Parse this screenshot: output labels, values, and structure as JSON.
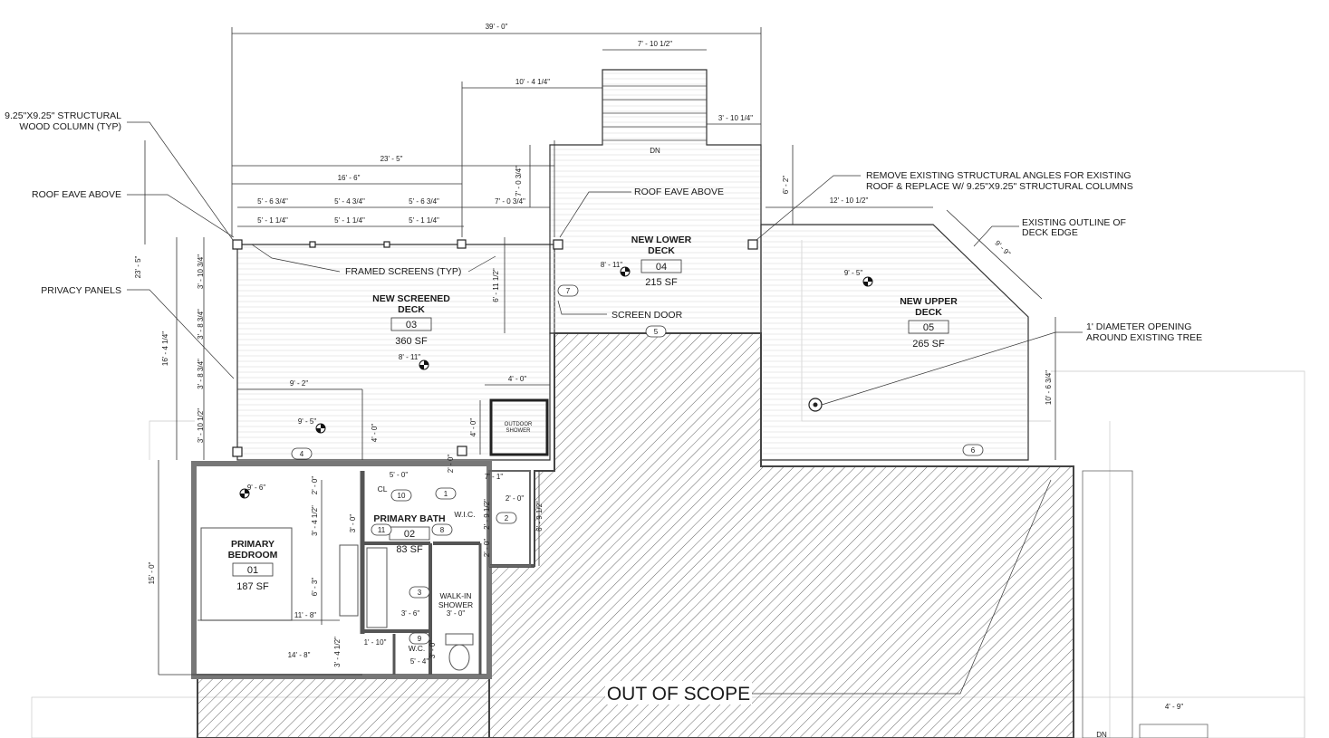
{
  "plan": {
    "rooms": [
      {
        "name_line1": "NEW SCREENED",
        "name_line2": "DECK",
        "number": "03",
        "area": "360 SF"
      },
      {
        "name_line1": "NEW LOWER",
        "name_line2": "DECK",
        "number": "04",
        "area": "215 SF"
      },
      {
        "name_line1": "NEW UPPER",
        "name_line2": "DECK",
        "number": "05",
        "area": "265 SF"
      },
      {
        "name_line1": "PRIMARY",
        "name_line2": "BEDROOM",
        "number": "01",
        "area": "187 SF"
      },
      {
        "name_line1": "PRIMARY BATH",
        "name_line2": "",
        "number": "02",
        "area": "83 SF"
      }
    ],
    "notes": {
      "structural_column_1": "9.25\"X9.25\" STRUCTURAL",
      "structural_column_2": "WOOD COLUMN (TYP)",
      "roof_eave_left": "ROOF EAVE ABOVE",
      "privacy_panels": "PRIVACY PANELS",
      "framed_screens": "FRAMED SCREENS (TYP)",
      "roof_eave_center": "ROOF EAVE ABOVE",
      "screen_door": "SCREEN DOOR",
      "remove_angles_1": "REMOVE EXISTING STRUCTURAL ANGLES FOR EXISTING",
      "remove_angles_2": "ROOF & REPLACE W/ 9.25\"X9.25\" STRUCTURAL COLUMNS",
      "existing_outline_1": "EXISTING OUTLINE OF",
      "existing_outline_2": "DECK EDGE",
      "tree_opening_1": "1' DIAMETER OPENING",
      "tree_opening_2": "AROUND EXISTING TREE",
      "out_of_scope": "OUT OF SCOPE",
      "outdoor_shower_1": "OUTDOOR",
      "outdoor_shower_2": "SHOWER",
      "walkin_shower_1": "WALK-IN",
      "walkin_shower_2": "SHOWER",
      "closet": "CL",
      "wic": "W.I.C.",
      "wc": "W.C.",
      "down_stair_top": "DN",
      "down_stair_bottom": "DN"
    },
    "dimensions": {
      "overall_width": "39' - 0\"",
      "stair_width": "7' - 10 1/2\"",
      "stair_offset": "10' - 4 1/4\"",
      "stair_right": "3' - 10 1/4\"",
      "screened_deck_width": "23' - 5\"",
      "bay_total": "16' - 6\"",
      "bay_1": "5' - 6 3/4\"",
      "bay_2": "5' - 4 3/4\"",
      "bay_3": "5' - 6 3/4\"",
      "bay_1_clear": "5' - 1 1/4\"",
      "bay_2_clear": "5' - 1 1/4\"",
      "bay_3_clear": "5' - 1 1/4\"",
      "lower_deck_step": "7' - 0 3/4\"",
      "lower_deck_step_v": "7' - 0 3/4\"",
      "upper_deck_height": "6' - 2\"",
      "upper_deck_width": "12' - 10 1/2\"",
      "diag": "9' - 9\"",
      "screened_deck_depth": "23' - 5\"",
      "left_vertical": "16' - 4 1/4\"",
      "panel_1": "3' - 10 3/4\"",
      "panel_2": "3' - 8 3/4\"",
      "panel_3": "3' - 8 3/4\"",
      "panel_4": "3' - 10 1/2\"",
      "lower_deck_depth": "6' - 11 1/2\"",
      "inner_width": "9' - 2\"",
      "shower_width": "4' - 0\"",
      "shower_depth": "4' - 0\"",
      "shower_side": "4' - 0\"",
      "upper_vertical": "10' - 6 3/4\"",
      "bedroom_depth": "15' - 0\"",
      "bedroom_width": "14' - 8\"",
      "bedroom_inner": "11' - 8\"",
      "bath_5ft": "5' - 0\"",
      "wic_7ft": "7' - 1\"",
      "wic_2ft": "2' - 0\"",
      "bath_3ft_4": "3' - 4 1/2\"",
      "bath_3ft": "3' - 0\"",
      "bath_2ft": "2' - 0\"",
      "bath_6_3": "6' - 3\"",
      "bath_2_9": "2' - 9 1/2\"",
      "bath_2ft_b": "2' - 0\"",
      "bath_6_9": "6' - 9 1/2\"",
      "wc_2ft": "2' - 0\"",
      "shower_3_6": "3' - 6\"",
      "shower_3_0": "3' - 0\"",
      "wc_3_0": "3' - 0\"",
      "wc_1_10": "1' - 10\"",
      "wc_5_4": "5' - 4\"",
      "wc_3_4": "3' - 4 1/2\"",
      "stair_bottom": "4' - 9\""
    },
    "elevations": {
      "screened_a": "8' - 11\"",
      "screened_b": "9' - 5\"",
      "lower": "8' - 11\"",
      "upper": "9' - 5\"",
      "bedroom": "9' - 6\""
    },
    "door_tags": [
      "7",
      "5",
      "4",
      "6",
      "10",
      "1",
      "11",
      "8",
      "2",
      "3",
      "9"
    ]
  }
}
